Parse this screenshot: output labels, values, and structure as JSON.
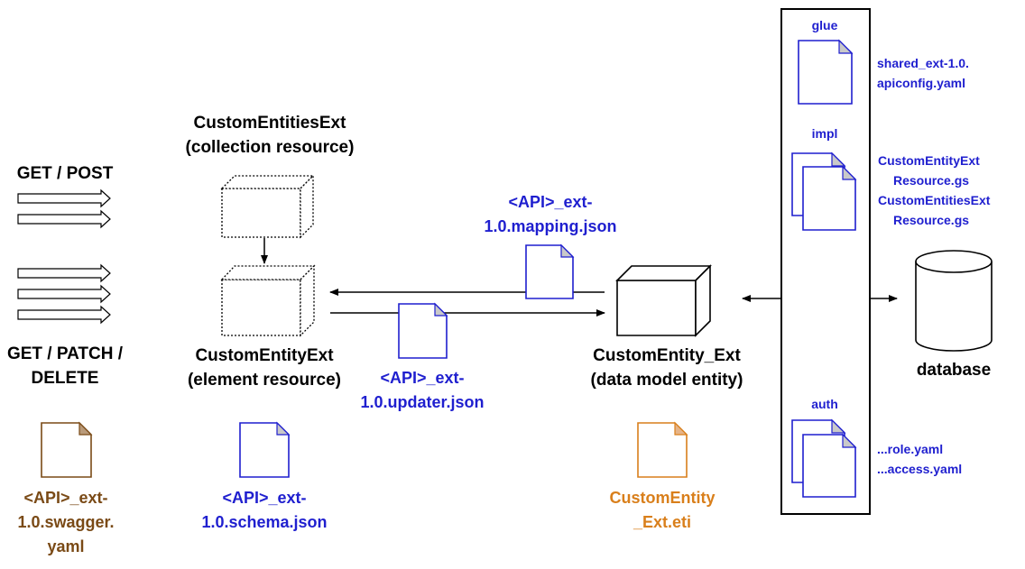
{
  "colors": {
    "black": "#000000",
    "blue": "#1f1fcf",
    "brown": "#7a4a16",
    "orange": "#d97f1b",
    "file_fold_fill": "#c9c9c9",
    "file_fold_fill_brown": "#b99a7a",
    "file_fold_fill_orange": "#e6b488"
  },
  "requests": {
    "collection_methods": "GET / POST",
    "element_methods_line1": "GET / PATCH /",
    "element_methods_line2": "DELETE"
  },
  "resources": {
    "collection_name": "CustomEntitiesExt",
    "collection_type": "(collection resource)",
    "element_name": "CustomEntityExt",
    "element_type": "(element resource)"
  },
  "entity": {
    "name": "CustomEntity_Ext",
    "type": "(data model entity)"
  },
  "files": {
    "mapping_line1": "<API>_ext-",
    "mapping_line2": "1.0.mapping.json",
    "updater_line1": "<API>_ext-",
    "updater_line2": "1.0.updater.json",
    "swagger_line1": "<API>_ext-",
    "swagger_line2": "1.0.swagger.",
    "swagger_line3": "yaml",
    "schema_line1": "<API>_ext-",
    "schema_line2": "1.0.schema.json",
    "eti_line1": "CustomEntity",
    "eti_line2": "_Ext.eti"
  },
  "modules": {
    "glue_title": "glue",
    "glue_file_line1": "shared_ext-1.0.",
    "glue_file_line2": "apiconfig.yaml",
    "impl_title": "impl",
    "impl_file1_line1": "CustomEntityExt",
    "impl_file1_line2": "Resource.gs",
    "impl_file2_line1": "CustomEntitiesExt",
    "impl_file2_line2": "Resource.gs",
    "auth_title": "auth",
    "auth_file1": "...role.yaml",
    "auth_file2": "...access.yaml"
  },
  "database": {
    "label": "database"
  },
  "icons": {
    "request_arrow": "hollow-right-arrow-icon",
    "resource_box": "dotted-cube-icon",
    "entity_box": "solid-cube-icon",
    "file": "document-icon",
    "database": "cylinder-icon"
  }
}
